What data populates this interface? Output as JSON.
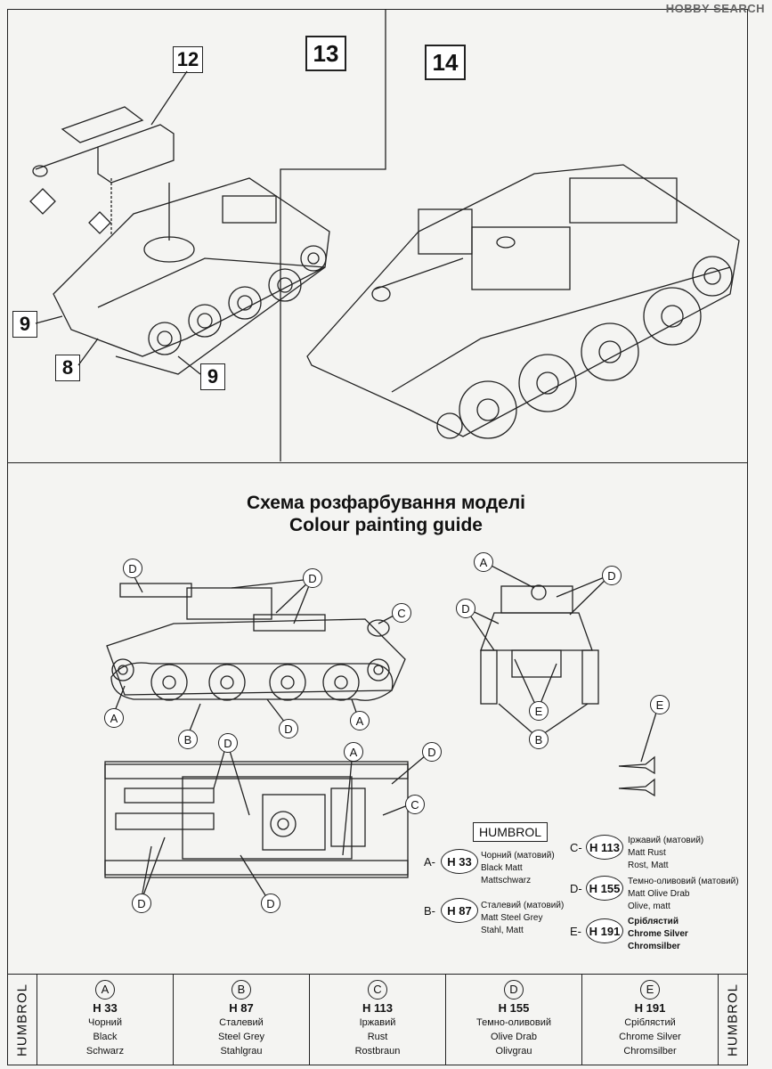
{
  "watermark": "HOBBY SEARCH",
  "steps": {
    "step13": "13",
    "step14": "14"
  },
  "parts": {
    "p12": "12",
    "p9a": "9",
    "p8": "8",
    "p9b": "9"
  },
  "guide": {
    "title_uk": "Схема розфарбування моделі",
    "title_en": "Colour painting guide"
  },
  "callouts": {
    "a": "A",
    "b": "B",
    "c": "C",
    "d": "D",
    "e": "E"
  },
  "humbrol_label": "HUMBROL",
  "paints": [
    {
      "letter": "A-",
      "code": "H 33",
      "uk": "Чорний (матовий)",
      "en": "Black Matt",
      "de": "Mattschwarz"
    },
    {
      "letter": "B-",
      "code": "H 87",
      "uk": "Сталевий (матовий)",
      "en": "Matt Steel Grey",
      "de": "Stahl, Matt"
    },
    {
      "letter": "C-",
      "code": "H 113",
      "uk": "Іржавий (матовий)",
      "en": "Matt Rust",
      "de": "Rost, Matt"
    },
    {
      "letter": "D-",
      "code": "H 155",
      "uk": "Темно-оливовий (матовий)",
      "en": "Matt Olive Drab",
      "de": "Olive, matt"
    },
    {
      "letter": "E-",
      "code": "H 191",
      "uk": "Сріблястий",
      "en": "Chrome Silver",
      "de": "Chromsilber"
    }
  ],
  "table": {
    "side_label": "HUMBROL",
    "columns": [
      {
        "letter": "A",
        "code": "H 33",
        "uk": "Чорний",
        "en": "Black",
        "de": "Schwarz"
      },
      {
        "letter": "B",
        "code": "H 87",
        "uk": "Сталевий",
        "en": "Steel Grey",
        "de": "Stahlgrau"
      },
      {
        "letter": "C",
        "code": "H 113",
        "uk": "Іржавий",
        "en": "Rust",
        "de": "Rostbraun"
      },
      {
        "letter": "D",
        "code": "H 155",
        "uk": "Темно-оливовий",
        "en": "Olive Drab",
        "de": "Olivgrau"
      },
      {
        "letter": "E",
        "code": "H 191",
        "uk": "Сріблястий",
        "en": "Chrome Silver",
        "de": "Chromsilber"
      }
    ]
  }
}
